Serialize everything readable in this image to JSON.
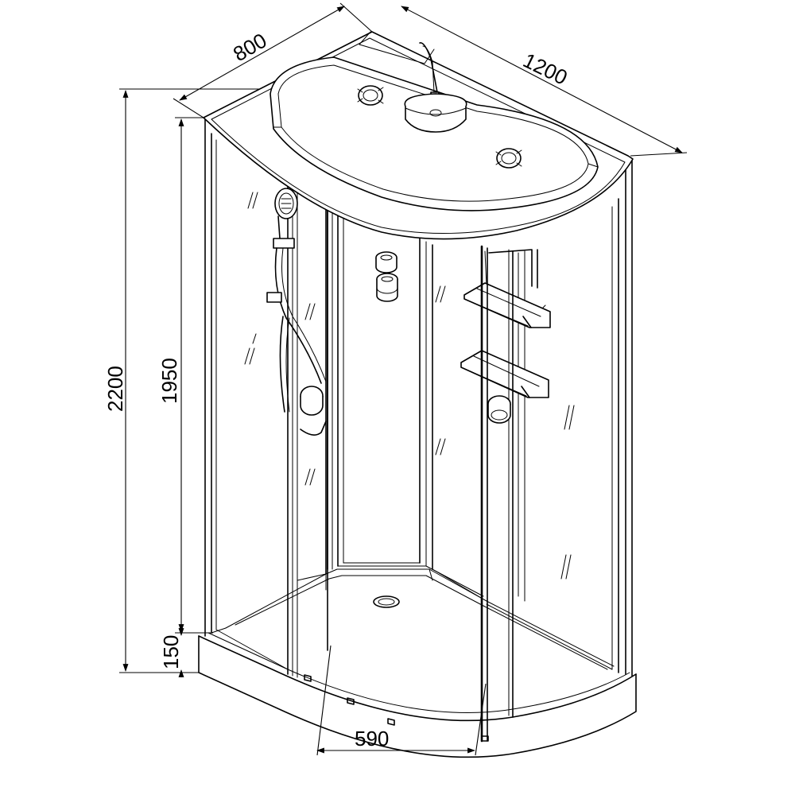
{
  "dimensions": {
    "depth": "800",
    "width": "1200",
    "total_height": "2200",
    "cabin_height": "1950",
    "tray_height": "150",
    "door_width": "590"
  }
}
